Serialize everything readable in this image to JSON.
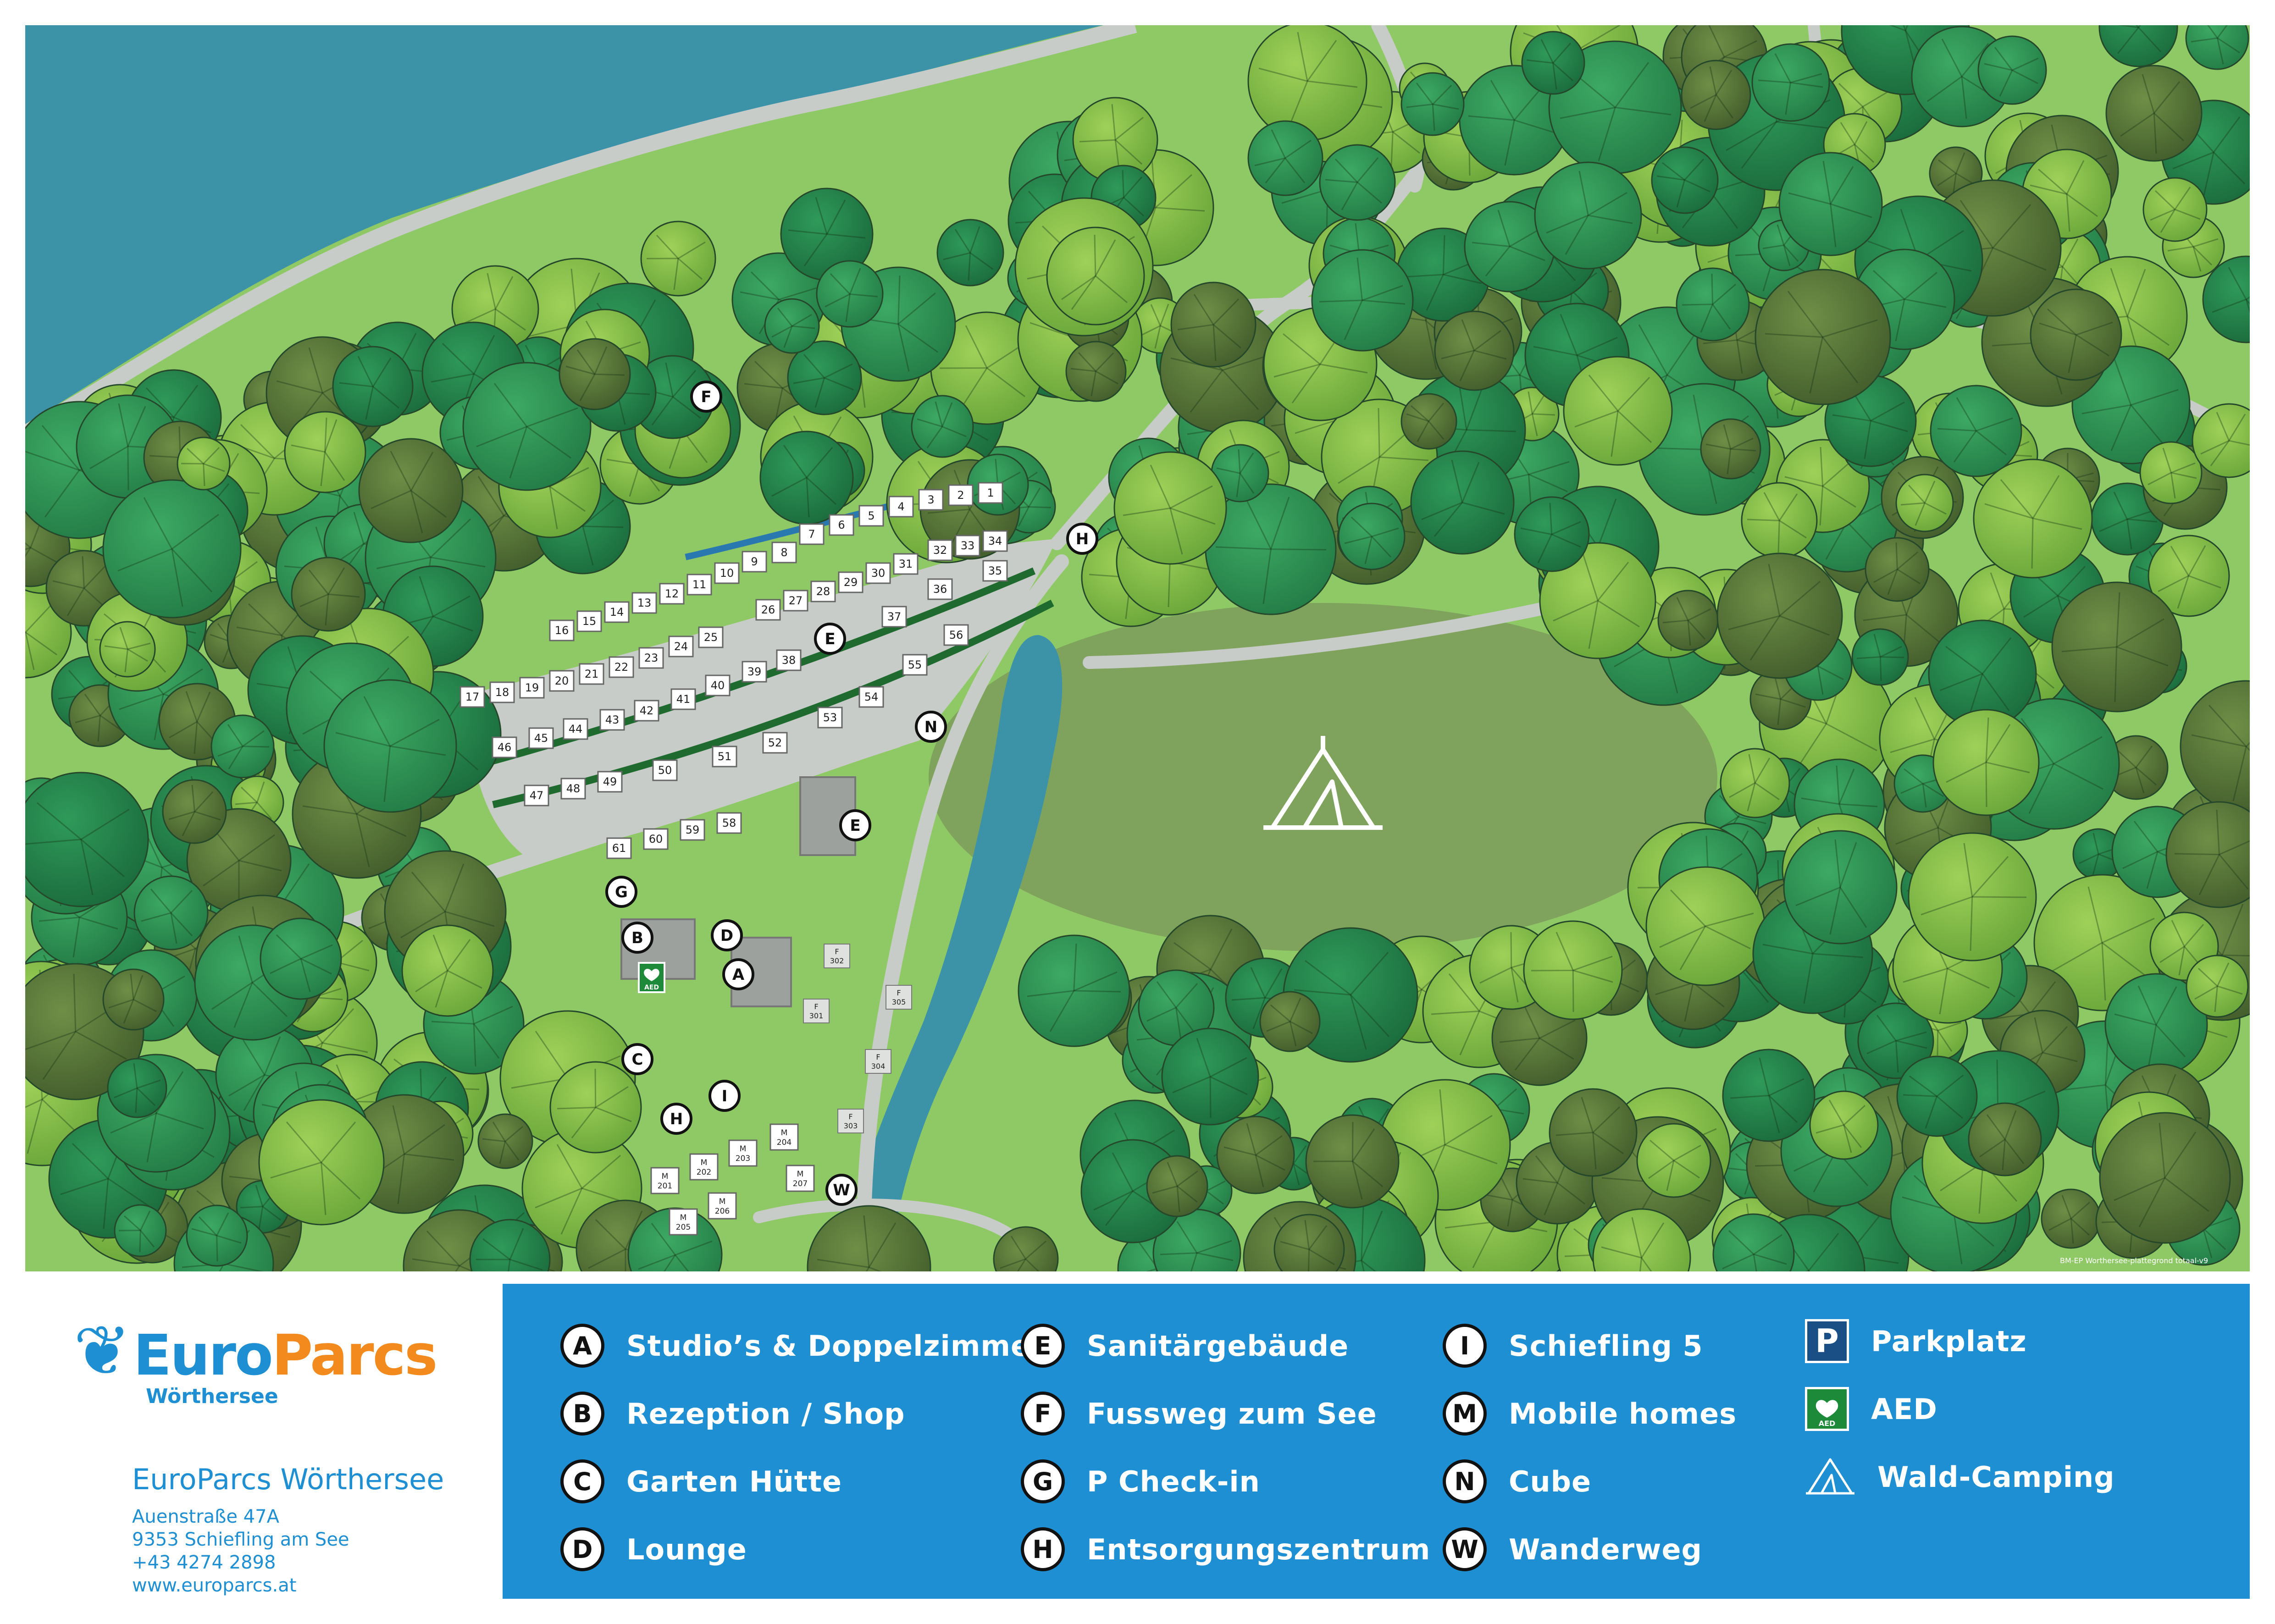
{
  "brand": {
    "euro": "Euro",
    "parcs": "Parcs",
    "sub": "Wörthersee"
  },
  "address": {
    "title": "EuroParcs Wörthersee",
    "street": "Auenstraße 47A",
    "city": "9353 Schiefling am See",
    "phone": "+43 4274 2898",
    "web": "www.europarcs.at"
  },
  "credit": "BM-EP Worthersee-plattegrond totaal-v9",
  "colors": {
    "water": "#3c93a8",
    "grass": "#8fc965",
    "path": "#c8ccc8",
    "legend_bg": "#1d8fd2",
    "brand_blue": "#1d8fd2",
    "brand_orange": "#f28a1d"
  },
  "legend": [
    {
      "code": "A",
      "label": "Studio’s & Doppelzimmer"
    },
    {
      "code": "B",
      "label": "Rezeption / Shop"
    },
    {
      "code": "C",
      "label": "Garten Hütte"
    },
    {
      "code": "D",
      "label": "Lounge"
    },
    {
      "code": "E",
      "label": "Sanitärgebäude"
    },
    {
      "code": "F",
      "label": "Fussweg zum See"
    },
    {
      "code": "G",
      "label": "P Check-in"
    },
    {
      "code": "H",
      "label": "Entsorgungszentrum"
    },
    {
      "code": "I",
      "label": "Schiefling 5"
    },
    {
      "code": "M",
      "label": "Mobile homes"
    },
    {
      "code": "N",
      "label": "Cube"
    },
    {
      "code": "W",
      "label": "Wanderweg"
    },
    {
      "code": "P",
      "label": "Parkplatz",
      "icon": "parking-icon"
    },
    {
      "code": "AED",
      "label": "AED",
      "icon": "aed-icon"
    },
    {
      "code": "tent",
      "label": "Wald-Camping",
      "icon": "tent-icon"
    }
  ],
  "map": {
    "pitches": [
      "1",
      "2",
      "3",
      "4",
      "5",
      "6",
      "7",
      "8",
      "9",
      "10",
      "11",
      "12",
      "13",
      "14",
      "15",
      "16",
      "17",
      "18",
      "19",
      "20",
      "21",
      "22",
      "23",
      "24",
      "25",
      "26",
      "27",
      "28",
      "29",
      "30",
      "31",
      "32",
      "33",
      "34",
      "35",
      "36",
      "37",
      "38",
      "39",
      "40",
      "41",
      "42",
      "43",
      "44",
      "45",
      "46",
      "47",
      "48",
      "49",
      "50",
      "51",
      "52",
      "53",
      "54",
      "55",
      "56",
      "58",
      "59",
      "60",
      "61"
    ],
    "f_units": [
      "302",
      "305",
      "301",
      "304",
      "303"
    ],
    "f_prefix": "F",
    "m_units": [
      "201",
      "202",
      "203",
      "204",
      "205",
      "206",
      "207"
    ],
    "m_prefix": "M",
    "markers": [
      "A",
      "B",
      "C",
      "D",
      "E",
      "E",
      "F",
      "G",
      "H",
      "H",
      "I",
      "N",
      "W"
    ],
    "aed_text": "AED"
  }
}
